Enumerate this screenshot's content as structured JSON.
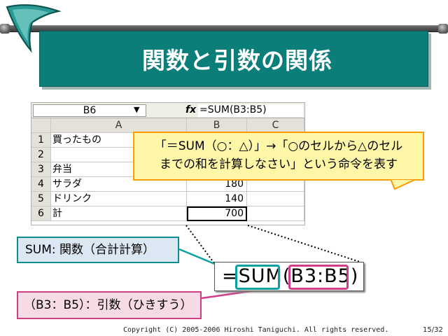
{
  "slide": {
    "title": "関数と引数の関係",
    "footer": "Copyright (C) 2005-2006 Hiroshi Taniguchi. All rights reserved.",
    "page": "15/32"
  },
  "sheet": {
    "name_box": "B6",
    "fx": "fx",
    "formula": "=SUM(B3:B5)",
    "col_headers": [
      "A",
      "B",
      "C"
    ],
    "rows": [
      {
        "num": "1",
        "a": "買ったもの",
        "b": ""
      },
      {
        "num": "2",
        "a": "",
        "b": ""
      },
      {
        "num": "3",
        "a": "弁当",
        "b": ""
      },
      {
        "num": "4",
        "a": "サラダ",
        "b": "180"
      },
      {
        "num": "5",
        "a": "ドリンク",
        "b": "140"
      },
      {
        "num": "6",
        "a": "計",
        "b": "700"
      }
    ]
  },
  "callout": {
    "line1": "「＝SUM（○：△）」→「○のセルから△のセル",
    "line2": "までの和を計算しなさい」という命令を表す"
  },
  "labels": {
    "sum": "SUM: 関数（合計計算）",
    "args": "（B3：B5）：引数（ひきすう）"
  },
  "zoom_formula": "=SUM(B3:B5)",
  "colors": {
    "title_bg": "#0b7e79",
    "callout_bg": "#fff7a8",
    "callout_border": "#ff9a00",
    "teal": "#0a8f8a",
    "pink": "#d04080"
  }
}
